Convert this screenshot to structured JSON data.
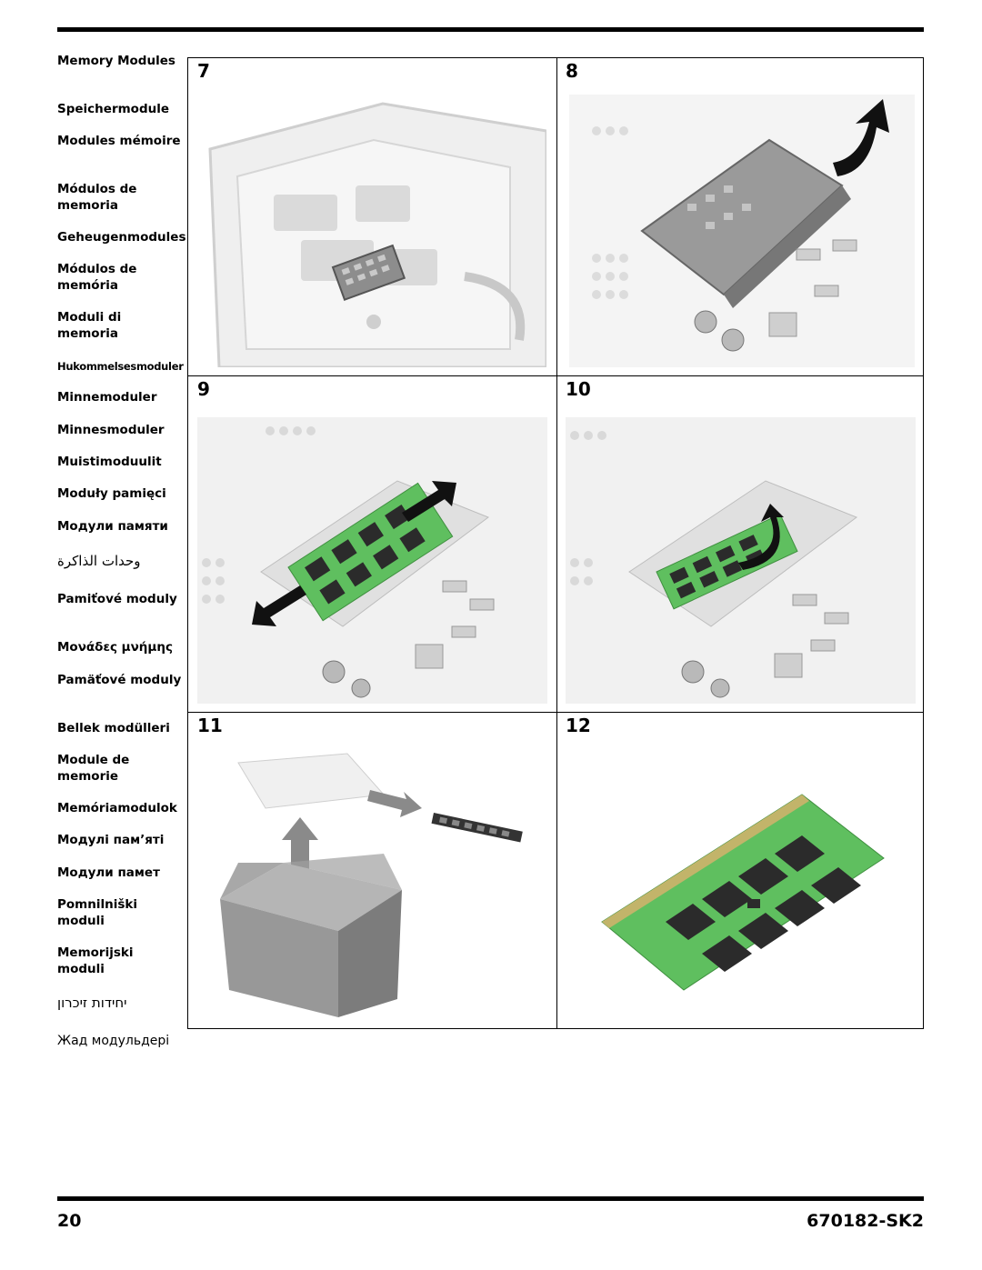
{
  "header": {},
  "sidebar": {
    "labels": [
      "Memory Modules",
      "Speichermodule",
      "Modules mémoire",
      "Módulos de memoria",
      "Geheugenmodules",
      "Módulos de memória",
      "Moduli di memoria",
      "Hukommelsesmoduler",
      "Minnemoduler",
      "Minnesmoduler",
      "Muistimoduulit",
      "Moduły pamięci",
      "Модули памяти",
      "وحدات الذاكرة",
      "Pamiťové moduly",
      "Μονάδες μνήμης",
      "Pamäťové moduly",
      "Bellek modülleri",
      "Module de memorie",
      "Memóriamodulok",
      "Модулі пам’яті",
      "Модули памет",
      "Pomnilniški moduli",
      "Memorijski moduli",
      "יחידות זיכרון",
      "Жад модульдері"
    ]
  },
  "steps": [
    {
      "number": "7"
    },
    {
      "number": "8"
    },
    {
      "number": "9"
    },
    {
      "number": "10"
    },
    {
      "number": "11"
    },
    {
      "number": "12"
    }
  ],
  "footer": {
    "page_number": "20",
    "doc_code": "670182-SK2"
  },
  "colors": {
    "rule": "#000000",
    "pcb_green": "#5fbf5f",
    "chip": "#2b2b2b",
    "chassis": "#e6e6e6",
    "arrow": "#111111",
    "box_gray": "#8a8a8a"
  }
}
